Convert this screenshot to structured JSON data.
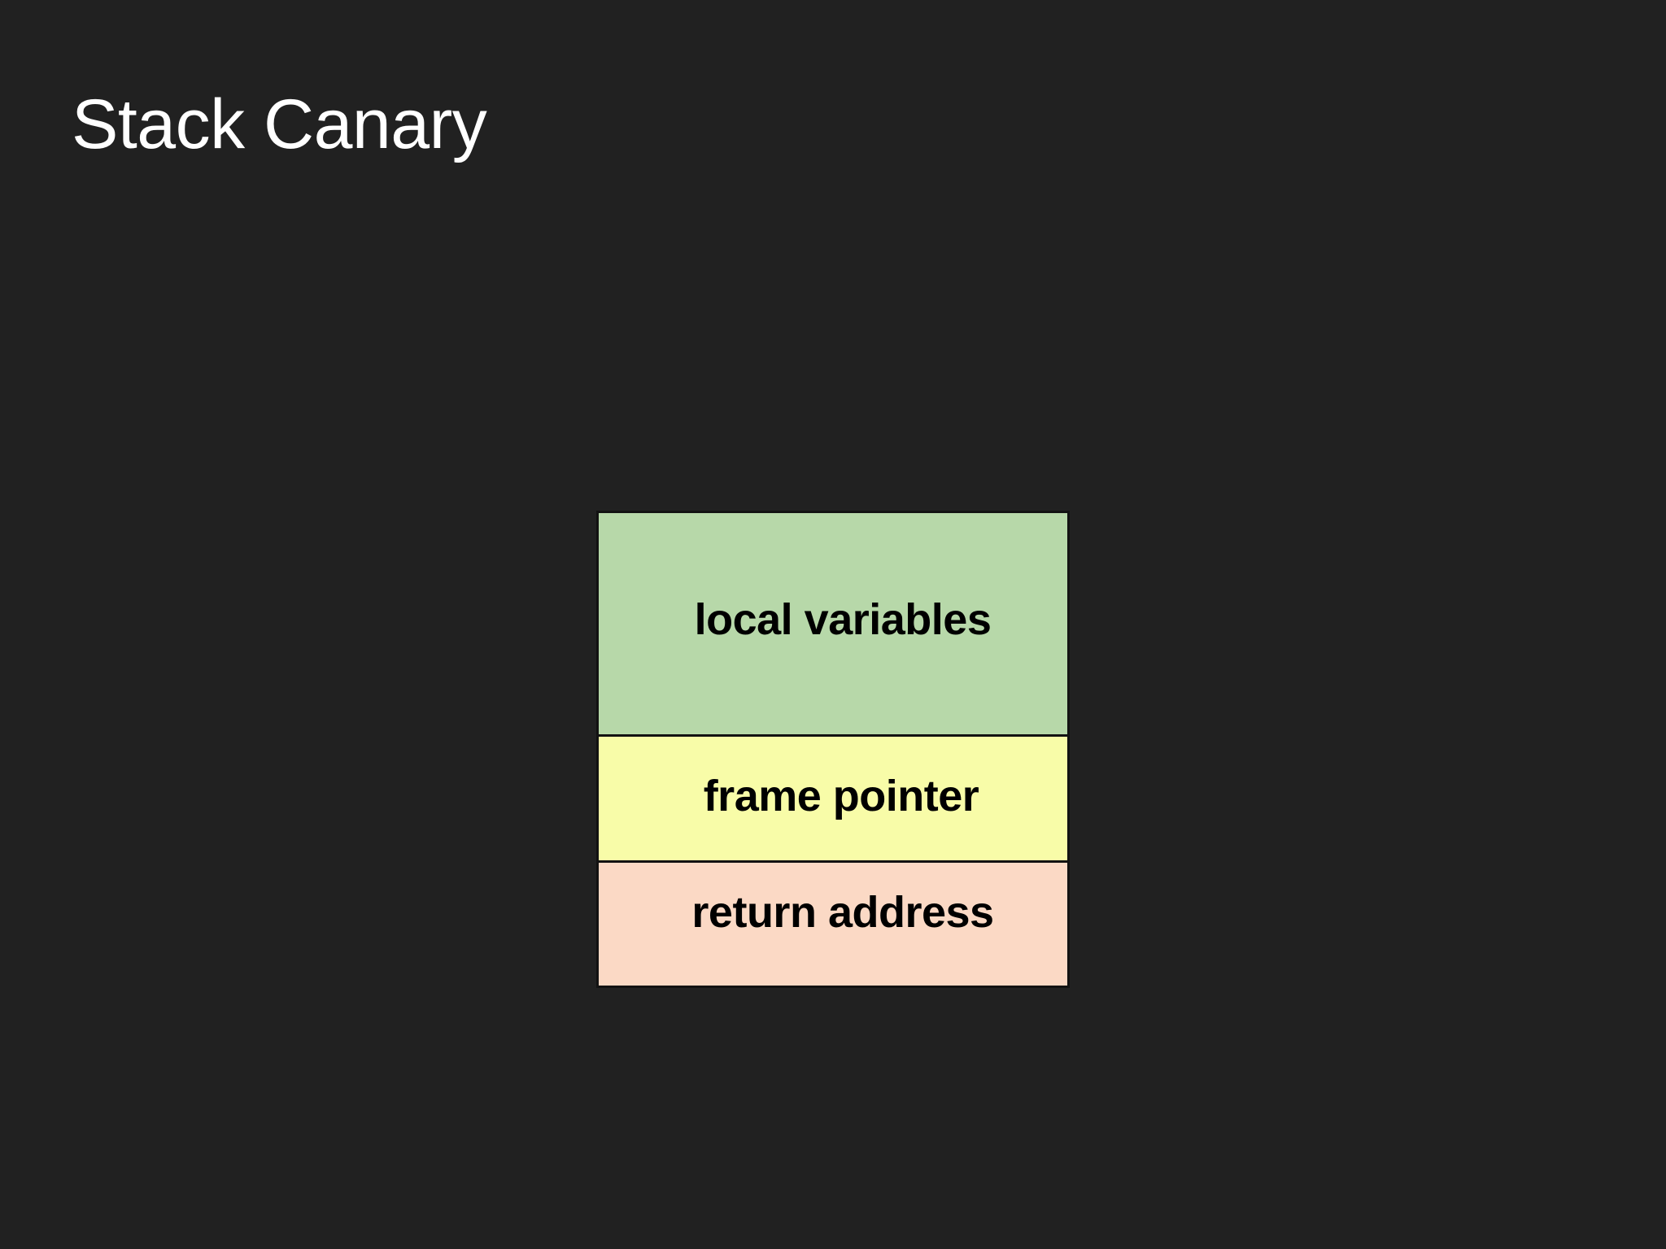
{
  "slide": {
    "title": "Stack Canary",
    "background_color": "#212121",
    "title_color": "#ffffff"
  },
  "diagram": {
    "name": "stack-frame-layout",
    "border_color": "#121212",
    "cells": [
      {
        "label": "local variables",
        "fill_color": "#b7d8a9",
        "text_color": "#000000"
      },
      {
        "label": "frame pointer",
        "fill_color": "#f8fca8",
        "text_color": "#000000"
      },
      {
        "label": "return address",
        "fill_color": "#fbd9c5",
        "text_color": "#000000"
      }
    ]
  }
}
